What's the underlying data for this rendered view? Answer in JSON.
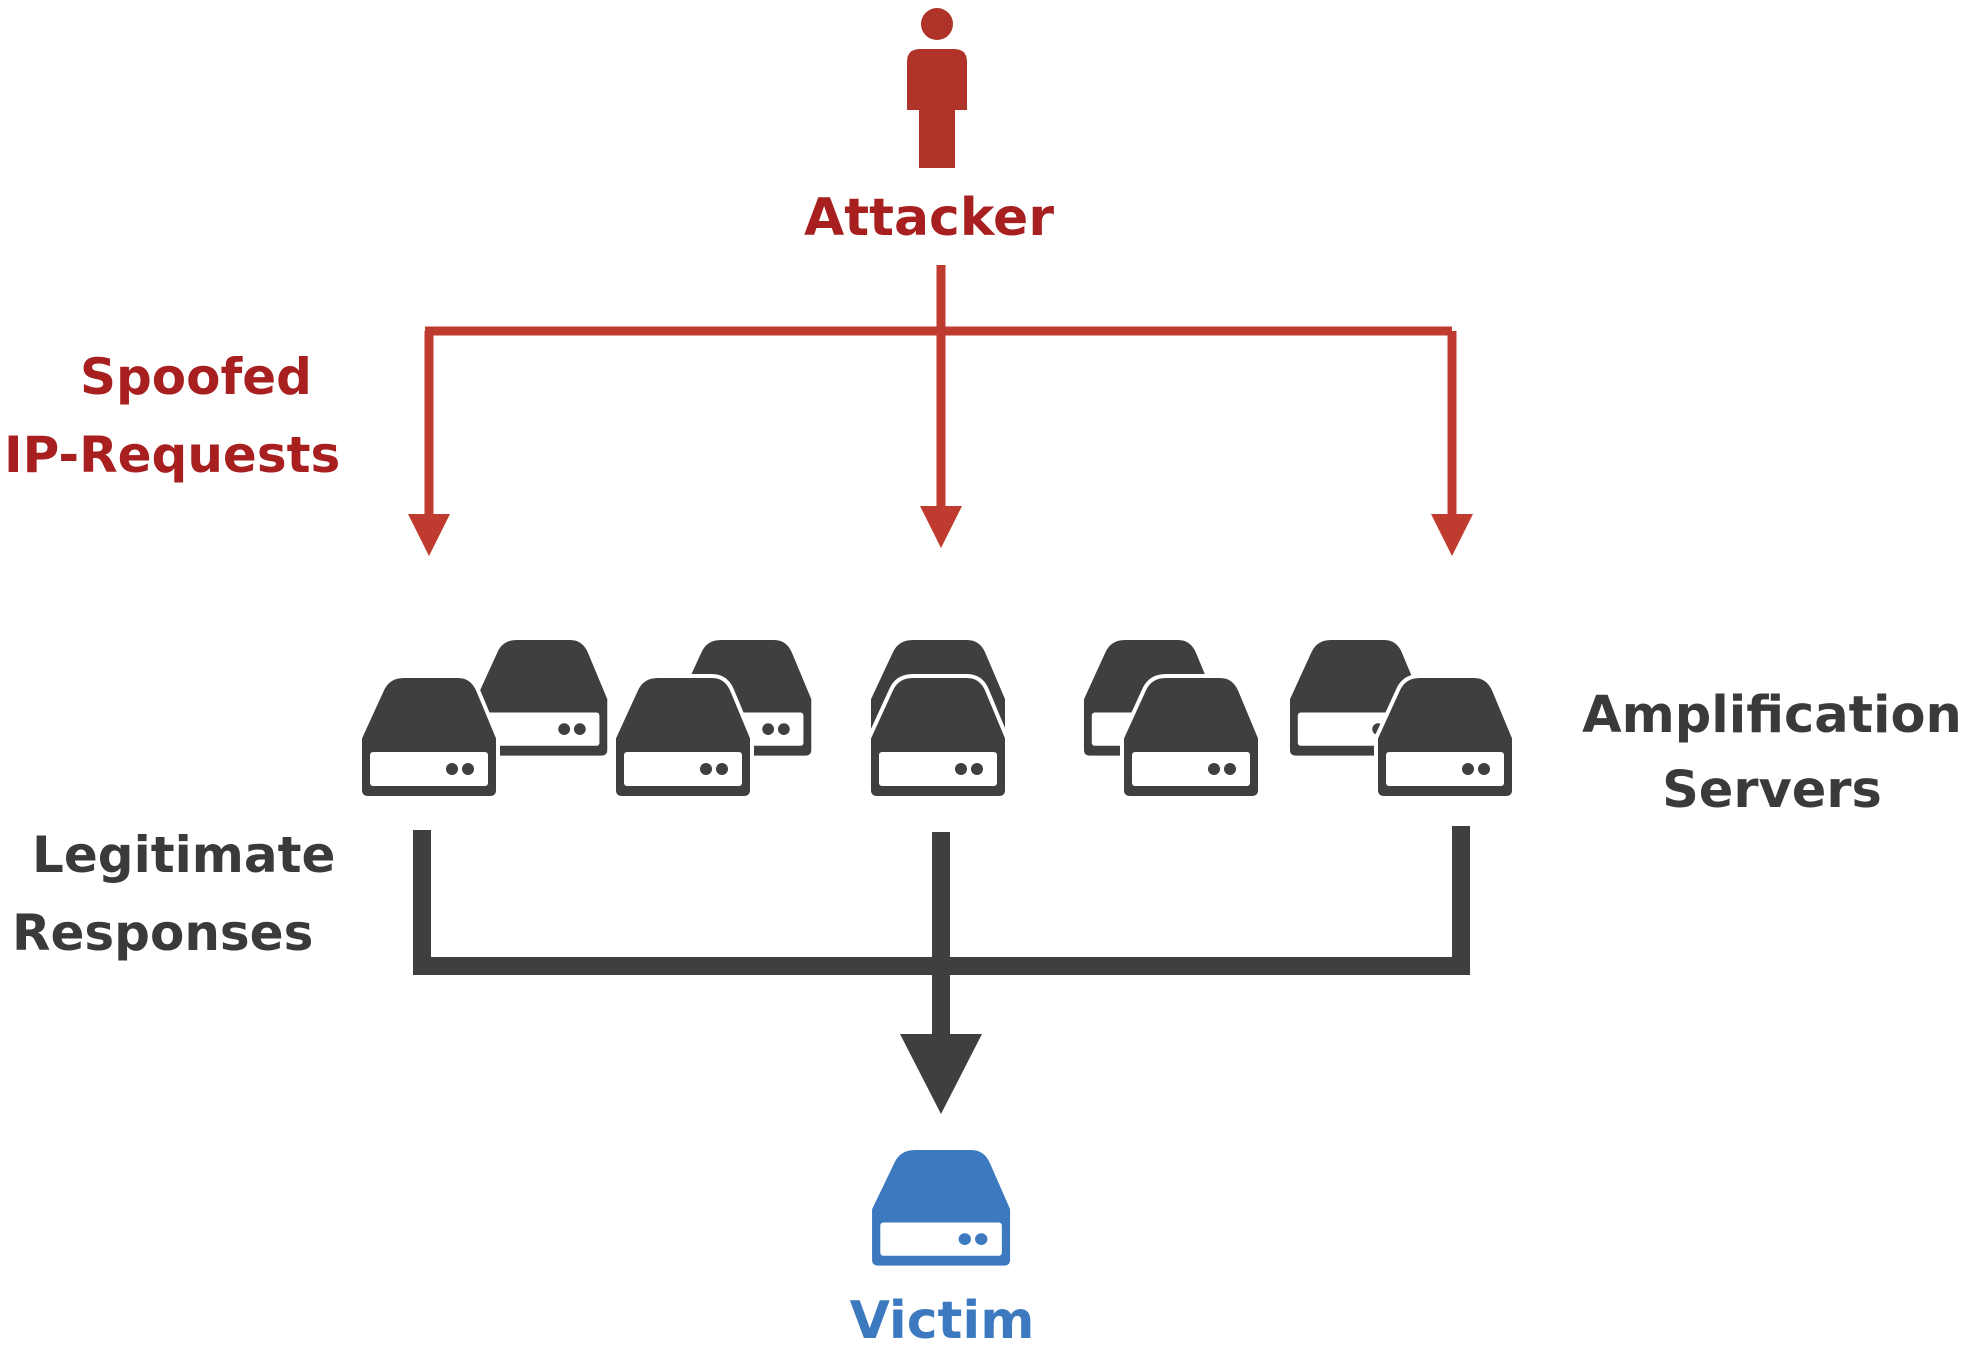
{
  "colors": {
    "attacker": "#b0332a",
    "attacker_text": "#a81f1f",
    "request_arrow": "#bf3b2f",
    "server": "#3f3f3f",
    "response_arrow": "#3f3f3f",
    "victim": "#3d79bf",
    "text_dark": "#3a3a3a"
  },
  "icons": {
    "attacker": "person-icon",
    "amplification_server": "server-icon",
    "victim": "server-icon"
  },
  "labels": {
    "attacker": "Attacker",
    "spoofed_line1": "Spoofed",
    "spoofed_line2": "IP-Requests",
    "amplification_line1": "Amplification",
    "amplification_line2": "Servers",
    "legitimate_line1": "Legitimate",
    "legitimate_line2": "Responses",
    "victim": "Victim"
  }
}
